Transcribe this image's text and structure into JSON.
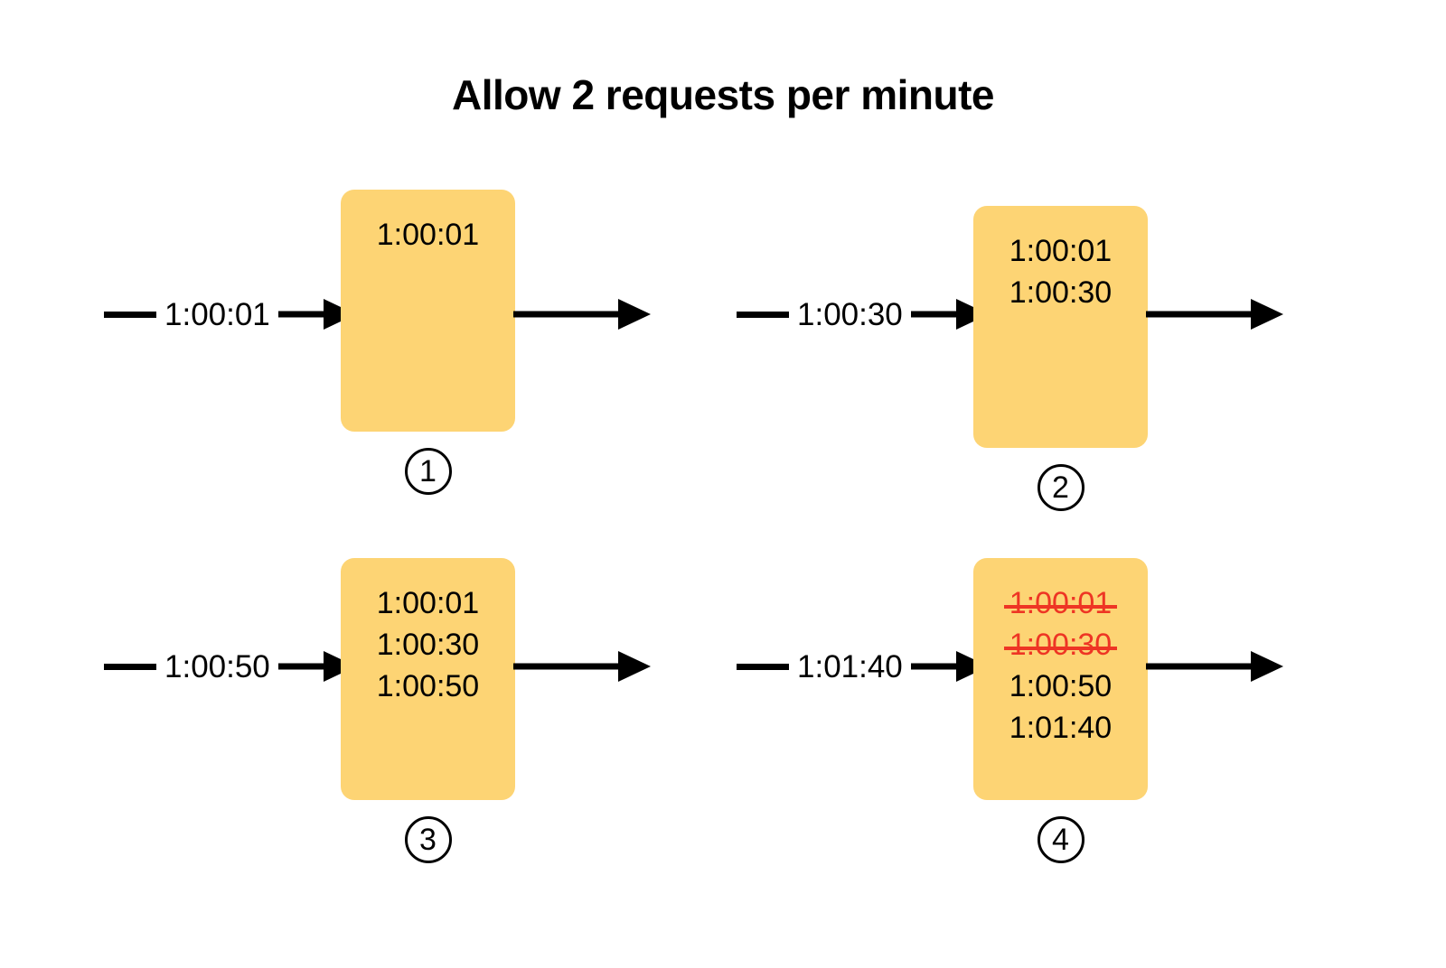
{
  "title": "Allow 2 requests per minute",
  "bucket_color": "#FDD474",
  "expired_color": "#EE3524",
  "text_color": "#000000",
  "background_color": "#FFFFFF",
  "panels": [
    {
      "step": "1",
      "incoming_label": "1:00:01",
      "entries": [
        {
          "time": "1:00:01",
          "expired": false
        }
      ]
    },
    {
      "step": "2",
      "incoming_label": "1:00:30",
      "entries": [
        {
          "time": "1:00:01",
          "expired": false
        },
        {
          "time": "1:00:30",
          "expired": false
        }
      ]
    },
    {
      "step": "3",
      "incoming_label": "1:00:50",
      "entries": [
        {
          "time": "1:00:01",
          "expired": false
        },
        {
          "time": "1:00:30",
          "expired": false
        },
        {
          "time": "1:00:50",
          "expired": false
        }
      ]
    },
    {
      "step": "4",
      "incoming_label": "1:01:40",
      "entries": [
        {
          "time": "1:00:01",
          "expired": true
        },
        {
          "time": "1:00:30",
          "expired": true
        },
        {
          "time": "1:00:50",
          "expired": false
        },
        {
          "time": "1:01:40",
          "expired": false
        }
      ]
    }
  ]
}
